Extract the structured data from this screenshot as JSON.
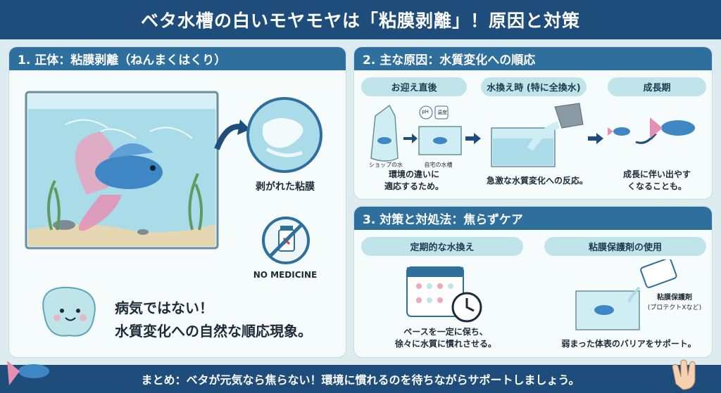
{
  "title": "ベタ水槽の白いモヤモヤは「粘膜剥離」！原因と対策",
  "panel1": {
    "header": "1. 正体：粘膜剥離（ねんまくはくり）",
    "peeled_label": "剥がれた粘膜",
    "no_medicine": "NO MEDICINE",
    "message_line1": "病気ではない！",
    "message_line2": "水質変化への自然な順応現象。"
  },
  "panel2": {
    "header": "2. 主な原因：水質変化への順応",
    "cols": [
      {
        "title": "お迎え直後",
        "cap_shop": "ショップの水",
        "cap_home": "自宅の水槽",
        "tag_ph": "pH",
        "tag_temp": "温度",
        "desc_line1": "環境の違いに",
        "desc_line2": "適応するため。"
      },
      {
        "title": "水換え時 (特に全換水)",
        "desc_line1": "急激な水質変化への反応。",
        "desc_line2": ""
      },
      {
        "title": "成長期",
        "desc_line1": "成長に伴い出やす",
        "desc_line2": "くなることも。"
      }
    ]
  },
  "panel3": {
    "header": "3. 対策と対処法：焦らずケア",
    "cols": [
      {
        "title": "定期的な水換え",
        "desc_line1": "ペースを一定に保ち、",
        "desc_line2": "徐々に水質に慣れさせる。"
      },
      {
        "title": "粘膜保護剤の使用",
        "product_line1": "粘膜保護剤",
        "product_line2": "(プロテクトXなど)",
        "desc_line1": "弱まった体表のバリアをサポート。"
      }
    ]
  },
  "footer": "まとめ：ベタが元気なら焦らない！環境に慣れるのを待ちながらサポートしましょう。",
  "colors": {
    "navy": "#1e4d7b",
    "header_blue": "#2f6f9e",
    "pill": "#bfe4ea",
    "water": "#cfeef3"
  }
}
